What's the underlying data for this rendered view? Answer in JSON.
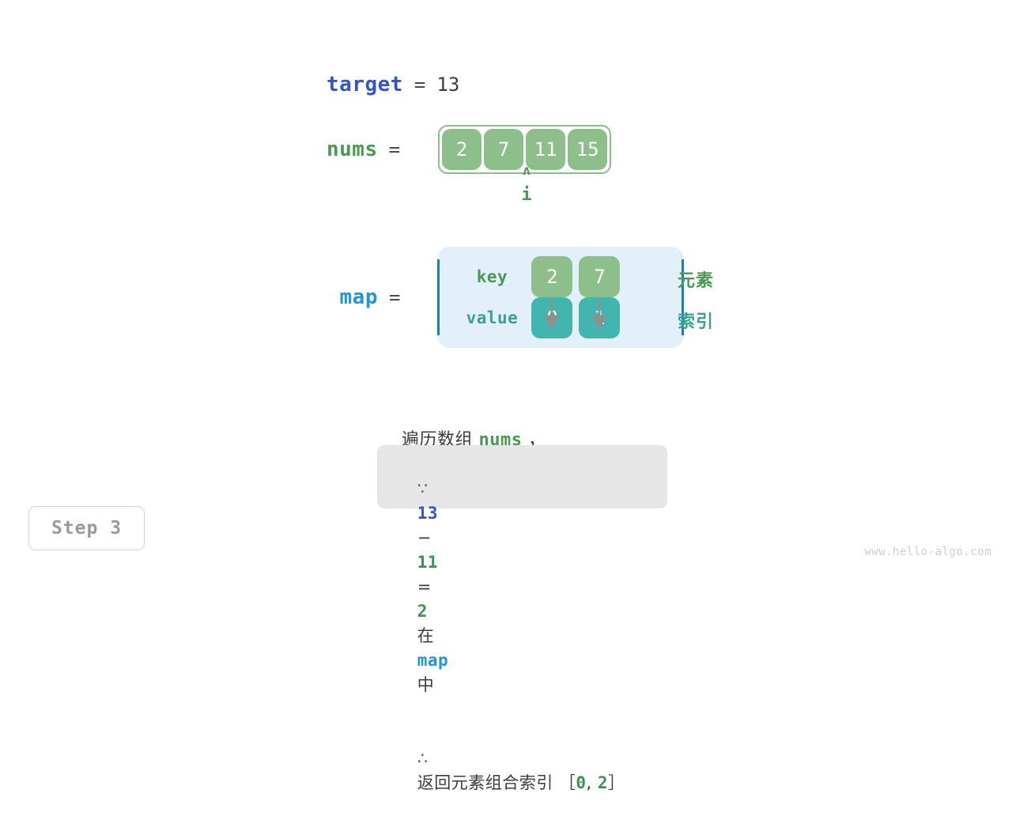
{
  "target": {
    "label": "target",
    "equals": "=",
    "value": "13"
  },
  "nums": {
    "label": "nums",
    "equals": "=",
    "cells": [
      "2",
      "7",
      "11",
      "15"
    ]
  },
  "pointer": {
    "caret": "ʌ",
    "label": "i"
  },
  "map": {
    "label": "map",
    "equals": "=",
    "key_label": "key",
    "value_label": "value",
    "keys": [
      "2",
      "7"
    ],
    "values": [
      "0",
      "1"
    ]
  },
  "annotations": {
    "element": "元素",
    "index": "索引"
  },
  "description": {
    "prefix": "遍历数组 ",
    "code": "nums",
    "suffix": " ，"
  },
  "reason": {
    "line1": {
      "symbol": "∵",
      "a": "13",
      "minus": "−",
      "b": "11",
      "eq": "=",
      "c": "2",
      "mid": "在",
      "map": "map",
      "tail": "中"
    },
    "line2": {
      "symbol": "∴",
      "text": "返回元素组合索引 ［",
      "i1": "0",
      "comma": ",",
      "i2": "2",
      "close": "］"
    }
  },
  "step_badge": {
    "label": "Step 3"
  },
  "watermark": {
    "text": "www.hello-algo.com"
  },
  "colors": {
    "green_cell": "#8cbf8a",
    "teal_cell": "#41b5ae",
    "map_bg": "#e3f0fa",
    "map_border": "#1a7fc1",
    "target_blue": "#3355cc",
    "map_blue": "#2196d8",
    "nums_green": "#4a9a52",
    "reason_bg": "#e6e6e6"
  }
}
